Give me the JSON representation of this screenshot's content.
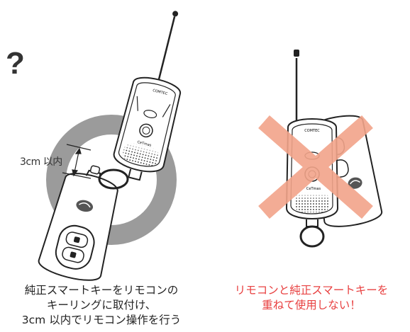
{
  "left_panel": {
    "question_mark": "?",
    "distance_label": "3cm 以内",
    "caption_lines": [
      "純正スマートキーをリモコンの",
      "キーリングに取付け、",
      "3cm 以内でリモコン操作を行う"
    ]
  },
  "right_panel": {
    "caption_lines": [
      "リモコンと純正スマートキーを",
      "重ねて使用しない！"
    ]
  },
  "remote": {
    "brand_text": "COMTEC",
    "model_text": "CeTmas"
  },
  "colors": {
    "ring": "#9b9b9b",
    "cross": "#f2a48a",
    "warning_text": "#e84040"
  }
}
